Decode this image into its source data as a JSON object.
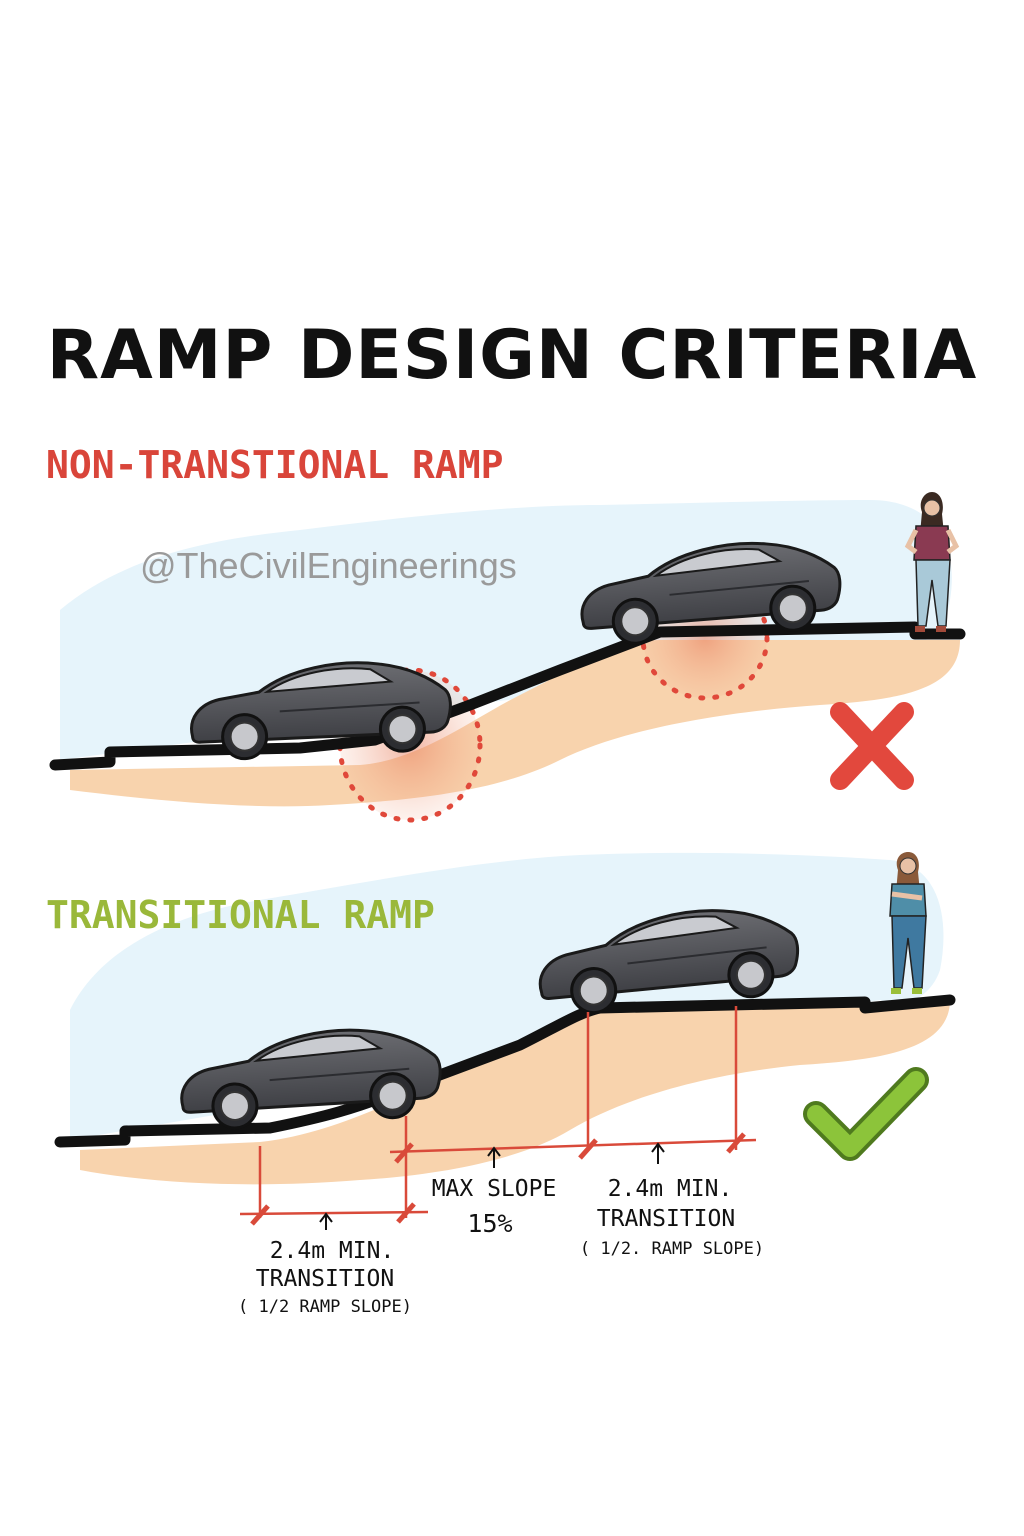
{
  "title": "RAMP DESIGN CRITERIA",
  "watermark": "@TheCivilEngineerings",
  "sections": {
    "non_transitional": {
      "label": "NON-TRANSTIONAL RAMP",
      "label_color": "#d9453a",
      "status_icon": "cross-icon",
      "status_color": "#e2483d"
    },
    "transitional": {
      "label": "TRANSITIONAL RAMP",
      "label_color": "#9ab83a",
      "status_icon": "checkmark-icon",
      "status_color": "#8cc43a"
    }
  },
  "annotations": {
    "left_transition": {
      "line1": "2.4m MIN.",
      "line2": "TRANSITION",
      "line3": "( 1/2 RAMP SLOPE)"
    },
    "max_slope": {
      "line1": "MAX SLOPE",
      "line2": "15%"
    },
    "right_transition": {
      "line1": "2.4m MIN.",
      "line2": "TRANSITION",
      "line3": "( 1/2. RAMP SLOPE)"
    }
  },
  "colors": {
    "sky": "#e6f4fb",
    "soil": "#f8d3ad",
    "road": "#111111",
    "car": "#5a5b60",
    "dimension": "#d94a3a"
  }
}
